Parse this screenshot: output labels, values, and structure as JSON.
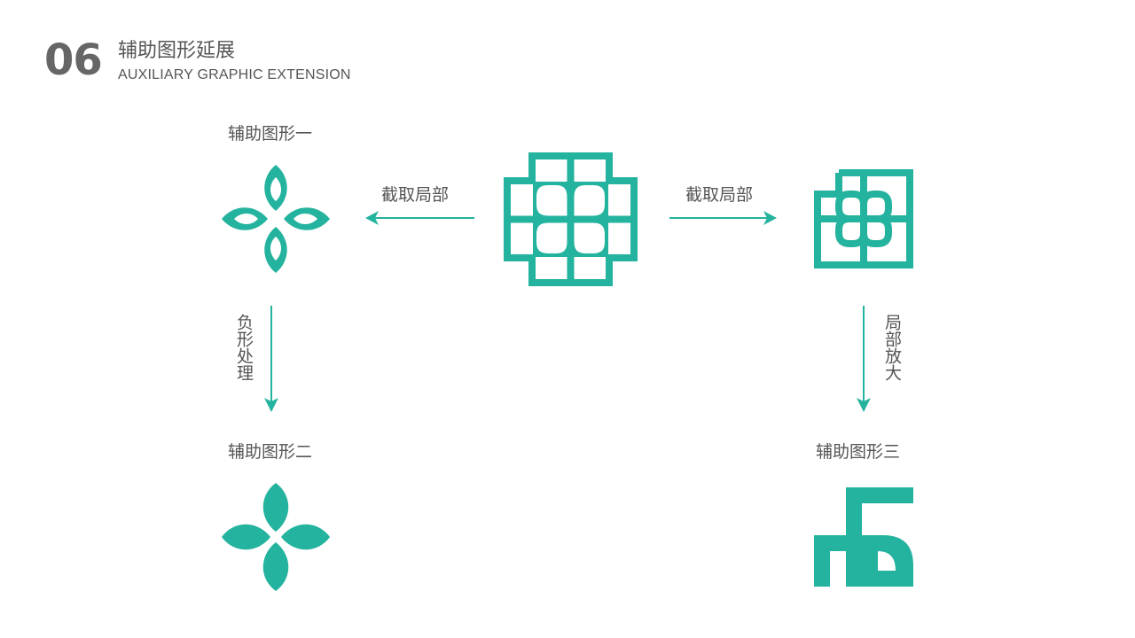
{
  "header": {
    "number": "06",
    "title": "辅助图形延展",
    "subtitle": "AUXILIARY GRAPHIC EXTENSION"
  },
  "labels": {
    "figure_one": "辅助图形一",
    "figure_two": "辅助图形二",
    "figure_three": "辅助图形三",
    "crop_left": "截取局部",
    "crop_right": "截取局部",
    "negative_process": "负形处理",
    "local_enlarge": "局部放大"
  },
  "colors": {
    "accent": "#24B39E",
    "text": "#555555",
    "number": "#666666"
  },
  "icons": {
    "main": "main-cross-pattern-icon",
    "one": "petal-outline-cross-icon",
    "two": "solid-petal-cross-icon",
    "three": "corner-petal-detail-icon",
    "four": "enlarged-corner-icon"
  }
}
